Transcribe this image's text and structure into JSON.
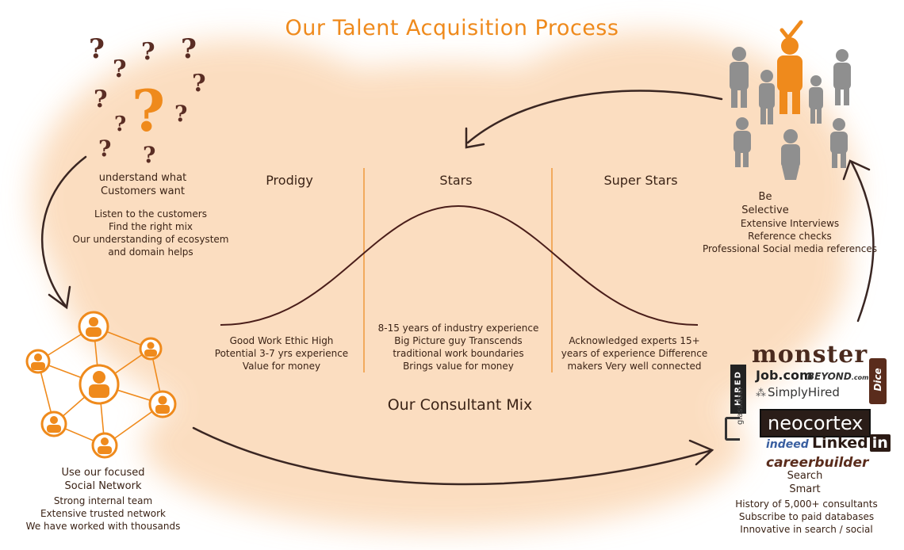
{
  "title": "Our Talent Acquisition Process",
  "colors": {
    "orange": "#ef8a1c",
    "dark": "#3b2316",
    "gray": "#8e8e8e",
    "wash": "#fbd9b8"
  },
  "understand": {
    "heading": [
      "understand what",
      "Customers want"
    ],
    "lines": [
      "Listen to the customers",
      "Find the right mix",
      "Our understanding of ecosystem",
      "and domain helps"
    ]
  },
  "network": {
    "heading": [
      "Use our focused",
      "Social Network"
    ],
    "lines": [
      "Strong internal team",
      "Extensive trusted network",
      "We have worked with thousands"
    ]
  },
  "selective": {
    "heading": [
      "Be",
      "Selective"
    ],
    "lines": [
      "Extensive Interviews",
      "Reference checks",
      "Professional Social media references"
    ]
  },
  "search": {
    "heading": [
      "Search",
      "Smart"
    ],
    "lines": [
      "History of 5,000+ consultants",
      "Subscribe to paid databases",
      "Innovative in search / social"
    ]
  },
  "segments": [
    {
      "name": "Prodigy",
      "lines": [
        "Good Work Ethic High",
        "Potential 3-7 yrs experience",
        "Value for money"
      ]
    },
    {
      "name": "Stars",
      "lines": [
        "8-15 years of industry experience",
        "Big Picture guy Transcends",
        "traditional work boundaries",
        "Brings value for money"
      ]
    },
    {
      "name": "Super Stars",
      "lines": [
        "Acknowledged experts 15+",
        "years of experience Difference",
        "makers Very well connected"
      ]
    }
  ],
  "mix_label": "Our Consultant Mix",
  "logos": {
    "monster": "monster",
    "job": "Job.com",
    "beyond": "BEYOND",
    "beyond_suffix": ".com",
    "simplyhired": "SimplyHired",
    "hired": "HIRED",
    "dice": "Dice",
    "neocortex": "neocortex",
    "glassdoor": "glassdoor",
    "indeed": "indeed",
    "linkedin": "Linked",
    "linkedin_in": "in",
    "careerbuilder": "careerbuilder"
  }
}
